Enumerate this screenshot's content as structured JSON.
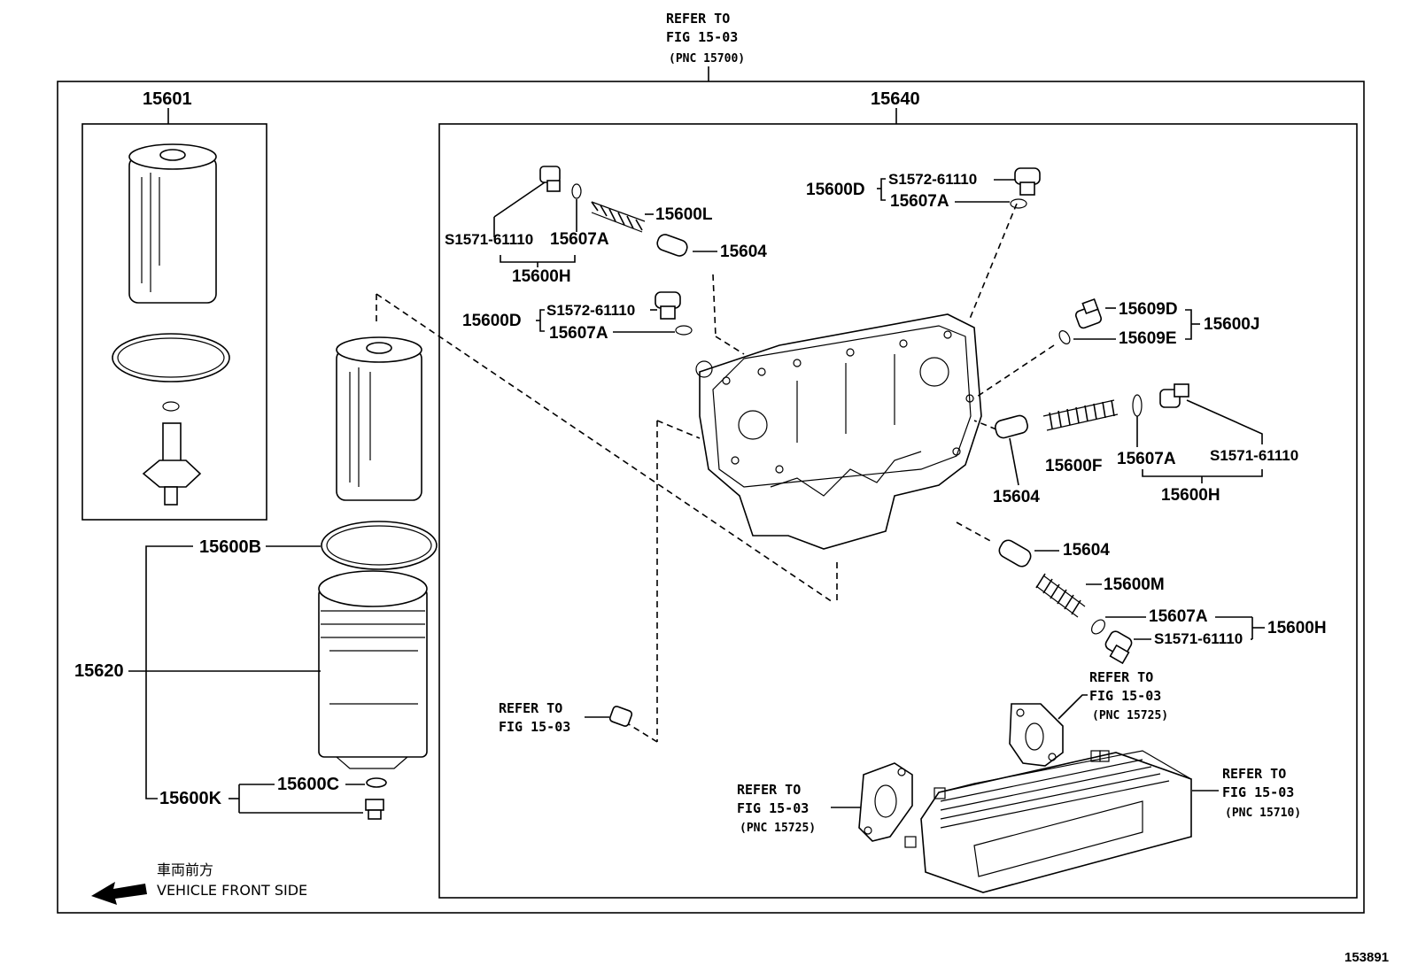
{
  "refs": {
    "top": [
      "REFER TO",
      "FIG 15-03",
      "(PNC 15700)"
    ],
    "left_bottom": [
      "REFER TO",
      "FIG 15-03"
    ],
    "cover_a": [
      "REFER TO",
      "FIG 15-03",
      "(PNC 15725)"
    ],
    "cover_b": [
      "REFER TO",
      "FIG 15-03",
      "(PNC 15725)"
    ],
    "cooler": [
      "REFER TO",
      "FIG 15-03",
      "(PNC 15710)"
    ]
  },
  "labels": {
    "p15601": "15601",
    "p15640": "15640",
    "p15600B": "15600B",
    "p15620": "15620",
    "p15600K": "15600K",
    "p15600C": "15600C",
    "ul_s1571": "S1571-61110",
    "ul_15607A": "15607A",
    "ul_15600H": "15600H",
    "ul_15600L": "15600L",
    "ul_15604": "15604",
    "ml_15600D": "15600D",
    "ml_s1572": "S1572-61110",
    "ml_15607A": "15607A",
    "tr_15600D": "15600D",
    "tr_s1572": "S1572-61110",
    "tr_15607A": "15607A",
    "r_15609D": "15609D",
    "r_15609E": "15609E",
    "r_15600J": "15600J",
    "r_15604": "15604",
    "r_15600F": "15600F",
    "r_15607A": "15607A",
    "r_s1571": "S1571-61110",
    "r_15600H": "15600H",
    "lr_15604": "15604",
    "lr_15600M": "15600M",
    "lr_15607A": "15607A",
    "lr_s1571": "S1571-61110",
    "lr_15600H": "15600H"
  },
  "direction": {
    "jp": "車両前方",
    "en": "VEHICLE FRONT SIDE"
  },
  "figure_id": "153891"
}
